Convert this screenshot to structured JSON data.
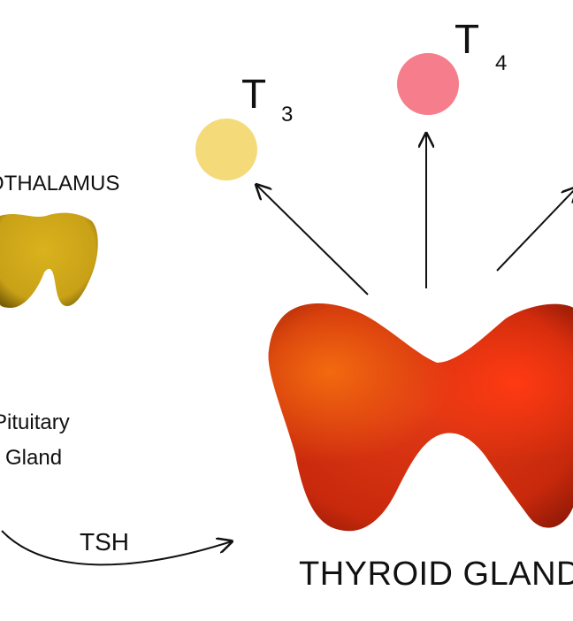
{
  "diagram": {
    "hormones": {
      "t3": {
        "letter": "T",
        "subscript": "3",
        "color": "#f5da7a"
      },
      "t4": {
        "letter": "T",
        "subscript": "4",
        "color": "#f57d8c"
      }
    },
    "hypothalamus": {
      "label": "OTHALAMUS",
      "color": "#d4ab1c"
    },
    "pituitary": {
      "label_line1": "Pituitary",
      "label_line2": "Gland"
    },
    "tsh": {
      "label": "TSH"
    },
    "thyroid": {
      "label": "THYROID GLAND",
      "color": "#d93216"
    }
  }
}
